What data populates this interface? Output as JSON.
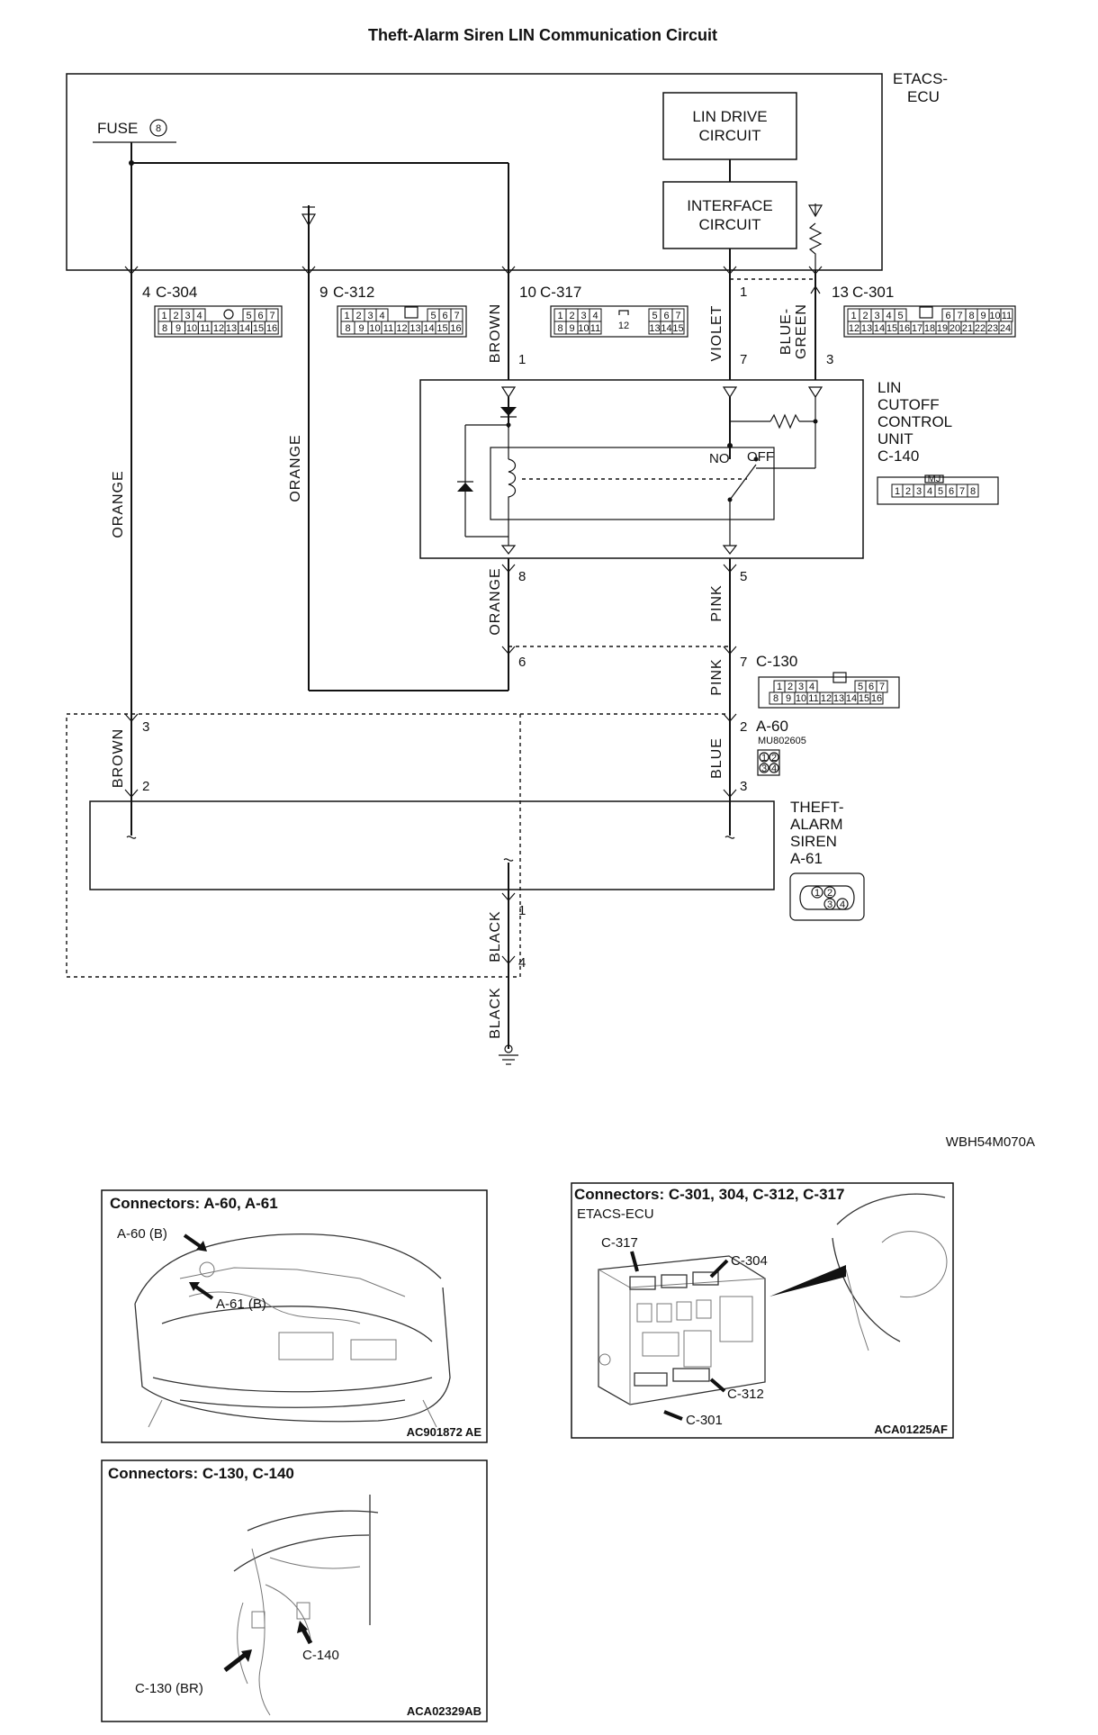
{
  "title": "Theft-Alarm Siren LIN Communication Circuit",
  "etacs": {
    "line1": "ETACS-",
    "line2": "ECU"
  },
  "fuse": {
    "label": "FUSE",
    "number": "8"
  },
  "lin_drive": {
    "line1": "LIN DRIVE",
    "line2": "CIRCUIT"
  },
  "interface": {
    "line1": "INTERFACE",
    "line2": "CIRCUIT"
  },
  "connectors_top": {
    "c304": {
      "pin": "4",
      "name": "C-304",
      "row1": [
        "1",
        "2",
        "3",
        "4",
        "",
        "5",
        "6",
        "7"
      ],
      "row2": [
        "8",
        "9",
        "10",
        "11",
        "12",
        "13",
        "14",
        "15",
        "16"
      ]
    },
    "c312": {
      "pin": "9",
      "name": "C-312",
      "row1": [
        "1",
        "2",
        "3",
        "4",
        "",
        "5",
        "6",
        "7"
      ],
      "row2": [
        "8",
        "9",
        "10",
        "11",
        "12",
        "13",
        "14",
        "15",
        "16"
      ]
    },
    "c317": {
      "pin": "10",
      "name": "C-317",
      "row1": [
        "1",
        "2",
        "3",
        "4",
        "",
        "5",
        "6",
        "7"
      ],
      "row2": [
        "8",
        "9",
        "10",
        "11",
        "12",
        "13",
        "14",
        "15"
      ]
    },
    "c301": {
      "pin": "13",
      "name": "C-301",
      "row1": [
        "1",
        "2",
        "3",
        "4",
        "5",
        "",
        "6",
        "7",
        "8",
        "9",
        "10",
        "11"
      ],
      "row2": [
        "12",
        "13",
        "14",
        "15",
        "16",
        "17",
        "18",
        "19",
        "20",
        "21",
        "22",
        "23",
        "24"
      ]
    }
  },
  "wires": {
    "brown": "BROWN",
    "violet": "VIOLET",
    "blue_green_1": "BLUE-",
    "blue_green_2": "GREEN",
    "orange": "ORANGE",
    "pink": "PINK",
    "blue": "BLUE",
    "black": "BLACK"
  },
  "pins": {
    "brown_c140": "1",
    "violet_c140": "7",
    "violet_ecu": "1",
    "bluegreen_c140": "3",
    "orange_c140": "8",
    "pink_c140": "5",
    "orange_c130": "6",
    "pink_c130": "7",
    "brown_a60": "3",
    "blue_a60": "2",
    "brown_a61": "2",
    "blue_a61": "3",
    "black_a61": "1",
    "black_ground": "4"
  },
  "relay": {
    "no": "NO",
    "off": "OFF"
  },
  "c140": {
    "line1": "LIN",
    "line2": "CUTOFF",
    "line3": "CONTROL",
    "line4": "UNIT",
    "line5": "C-140",
    "key": "MJ",
    "cells": [
      "1",
      "2",
      "3",
      "4",
      "5",
      "6",
      "7",
      "8"
    ]
  },
  "c130": {
    "name": "C-130",
    "row1": [
      "1",
      "2",
      "3",
      "4",
      "",
      "5",
      "6",
      "7"
    ],
    "row2": [
      "8",
      "9",
      "10",
      "11",
      "12",
      "13",
      "14",
      "15",
      "16"
    ]
  },
  "a60": {
    "name": "A-60",
    "part": "MU802605",
    "row1": [
      "1",
      "2"
    ],
    "row2": [
      "3",
      "4"
    ]
  },
  "siren": {
    "line1": "THEFT-",
    "line2": "ALARM",
    "line3": "SIREN",
    "line4": "A-61",
    "cells": [
      "1",
      "2",
      "3",
      "4"
    ]
  },
  "diagram_code": "WBH54M070A",
  "panel_a": {
    "title": "Connectors: A-60, A-61",
    "callout1": "A-60 (B)",
    "callout2": "A-61 (B)",
    "code": "AC901872 AE"
  },
  "panel_b": {
    "title": "Connectors: C-301, 304, C-312, C-317",
    "subtitle": "ETACS-ECU",
    "c317": "C-317",
    "c304": "C-304",
    "c312": "C-312",
    "c301": "C-301",
    "code": "ACA01225AF"
  },
  "panel_c": {
    "title": "Connectors: C-130, C-140",
    "c130": "C-130 (BR)",
    "c140": "C-140",
    "code": "ACA02329AB"
  }
}
